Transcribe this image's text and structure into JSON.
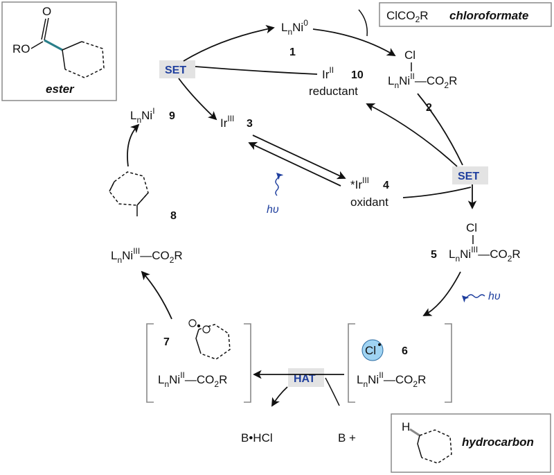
{
  "boxes": {
    "ester": {
      "top": "RO",
      "label": "ester"
    },
    "chloroformate": {
      "formula": "ClCO2R",
      "label": "chloroformate"
    },
    "hydrocarbon": {
      "atom": "H",
      "label": "hydrocarbon"
    }
  },
  "species": [
    {
      "id": "1",
      "text": "LnNi0"
    },
    {
      "id": "2",
      "text": "LnNiII—CO2R"
    },
    {
      "id": "3",
      "text": "IrIII"
    },
    {
      "id": "4",
      "text": "*IrIII",
      "role": "oxidant"
    },
    {
      "id": "5",
      "text": "LnNiIII—CO2R"
    },
    {
      "id": "6",
      "text": "LnNiII—CO2R"
    },
    {
      "id": "7",
      "text": "LnNiII—CO2R"
    },
    {
      "id": "8",
      "text": "LnNiIII—CO2R"
    },
    {
      "id": "9",
      "text": "LnNiI"
    },
    {
      "id": "10",
      "text": "IrII",
      "role": "reductant"
    }
  ],
  "labels": {
    "set": "SET",
    "hat": "HAT",
    "hv": "hυ",
    "cl": "Cl",
    "bhcl": "B•HCl",
    "b_plus": "B  +",
    "co2r": "CO2R"
  },
  "colors": {
    "badge_bg": "#e3e3e3",
    "badge_text": "#1f3f9e",
    "teal_bond": "#2a7f8a",
    "cl_radical_fill": "#9fd3f2",
    "bracket": "#888888"
  }
}
